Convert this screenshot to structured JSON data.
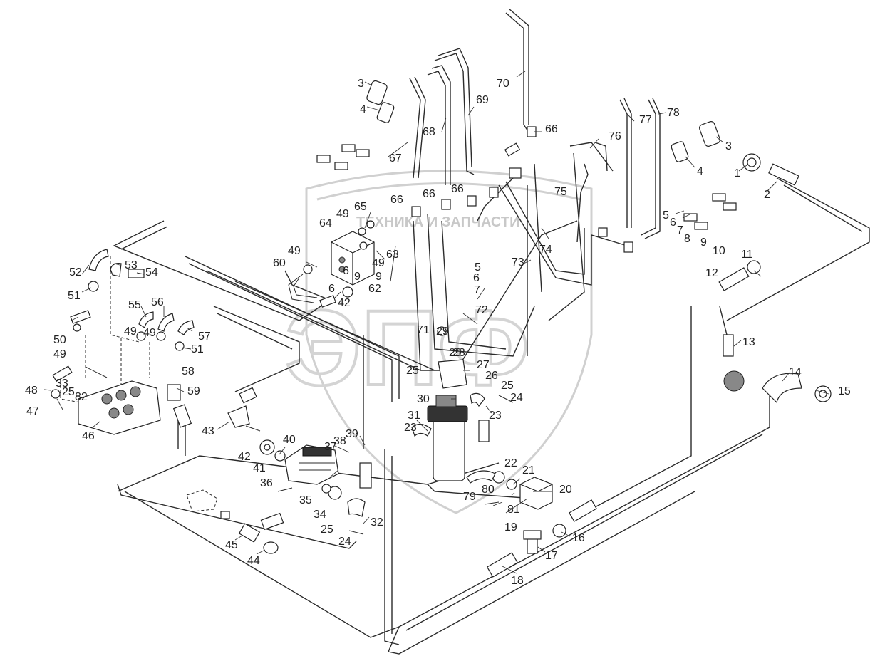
{
  "watermark": {
    "top_text": "ТЕХНИКА И ЗАПЧАСТИ",
    "logo_letters": "ЭПФ"
  },
  "callouts": [
    "1",
    "2",
    "3",
    "3",
    "4",
    "4",
    "5",
    "5",
    "6",
    "6",
    "6",
    "6",
    "7",
    "7",
    "8",
    "9",
    "9",
    "9",
    "10",
    "11",
    "12",
    "13",
    "14",
    "15",
    "16",
    "17",
    "18",
    "19",
    "20",
    "21",
    "22",
    "23",
    "23",
    "24",
    "24",
    "25",
    "25",
    "25",
    "25",
    "26",
    "27",
    "28",
    "29",
    "29",
    "30",
    "31",
    "32",
    "33",
    "34",
    "35",
    "36",
    "37",
    "38",
    "39",
    "40",
    "41",
    "42",
    "42",
    "43",
    "44",
    "45",
    "46",
    "47",
    "48",
    "49",
    "49",
    "49",
    "49",
    "49",
    "49",
    "50",
    "51",
    "51",
    "52",
    "53",
    "54",
    "55",
    "56",
    "57",
    "58",
    "59",
    "60",
    "62",
    "63",
    "64",
    "65",
    "66",
    "66",
    "66",
    "66",
    "67",
    "68",
    "69",
    "70",
    "71",
    "72",
    "73",
    "74",
    "75",
    "76",
    "77",
    "78",
    "79",
    "80",
    "81",
    "82"
  ]
}
